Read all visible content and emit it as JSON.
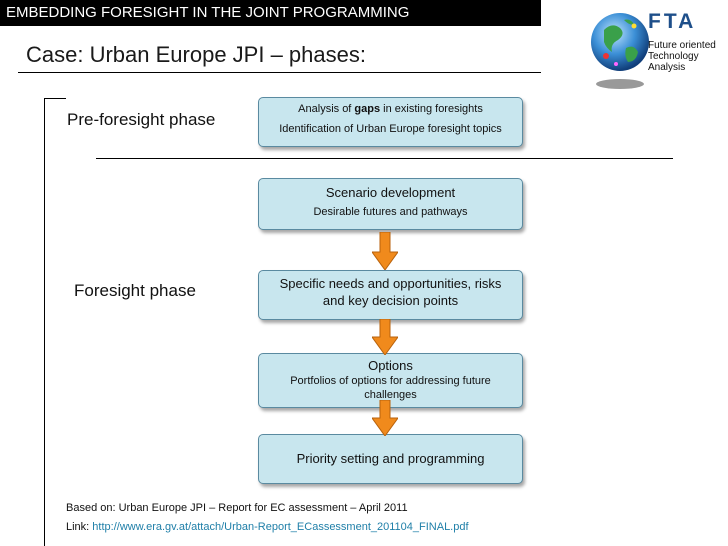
{
  "banner": {
    "text": "EMBEDDING FORESIGHT IN THE JOINT PROGRAMMING"
  },
  "title": "Case: Urban Europe JPI – phases:",
  "logo": {
    "acronym": "FTA",
    "subtitle_lines": [
      "Future oriented",
      "Technology",
      "Analysis"
    ]
  },
  "phases": {
    "pre_foresight": "Pre-foresight phase",
    "foresight": "Foresight phase"
  },
  "boxes": {
    "box1": {
      "line1_prefix": "Analysis of ",
      "line1_bold": "gaps",
      "line1_suffix": " in existing foresights",
      "line2": "Identification of Urban Europe foresight topics"
    },
    "box2": {
      "line1": "Scenario development",
      "line2": "Desirable futures and pathways"
    },
    "box3": {
      "line1": "Specific needs and opportunities, risks and key decision points"
    },
    "box4": {
      "line1": "Options",
      "line2": "Portfolios of options for addressing future challenges"
    },
    "box5": {
      "line1": "Priority setting and programming"
    }
  },
  "footer": {
    "based_on": "Based on: Urban Europe JPI – Report for EC assessment – April 2011",
    "link_label": "Link: ",
    "link_url": "http://www.era.gv.at/attach/Urban-Report_ECassessment_201104_FINAL.pdf"
  },
  "colors": {
    "box_fill": "#c8e6ee",
    "arrow_fill": "#f08a1c",
    "link": "#1f7fa8",
    "banner_bg": "#000000"
  }
}
